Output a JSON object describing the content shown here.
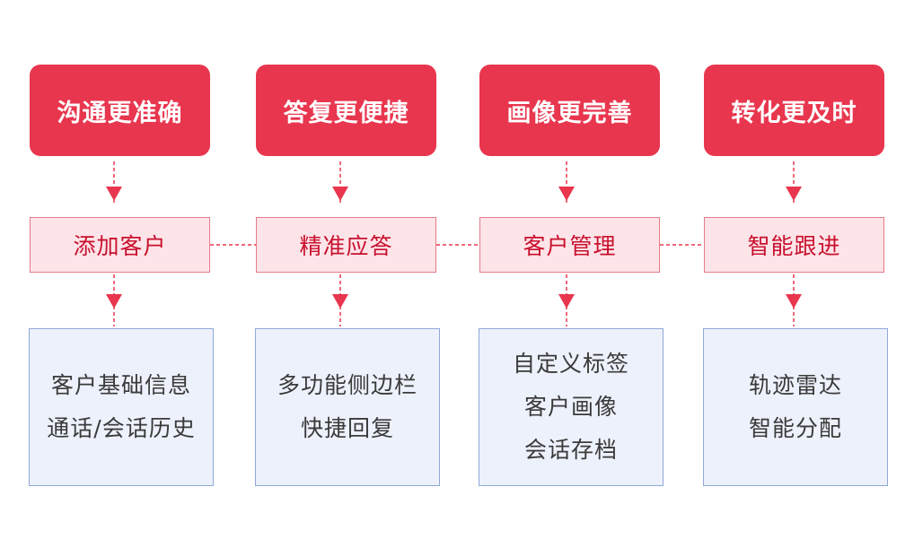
{
  "columns": [
    {
      "title": "沟通更准确",
      "feature": "添加客户",
      "details": [
        "客户基础信息",
        "通话/会话历史"
      ]
    },
    {
      "title": "答复更便捷",
      "feature": "精准应答",
      "details": [
        "多功能侧边栏",
        "快捷回复"
      ]
    },
    {
      "title": "画像更完善",
      "feature": "客户管理",
      "details": [
        "自定义标签",
        "客户画像",
        "会话存档"
      ]
    },
    {
      "title": "转化更及时",
      "feature": "智能跟进",
      "details": [
        "轨迹雷达",
        "智能分配"
      ]
    }
  ],
  "colors": {
    "top_fill": "#e8364e",
    "mid_fill": "#fde4e8",
    "mid_border": "#e47b8a",
    "mid_text": "#c8102e",
    "bottom_fill": "#edf1fb",
    "bottom_border": "#8fa8d8",
    "connector": "#e8364e"
  }
}
